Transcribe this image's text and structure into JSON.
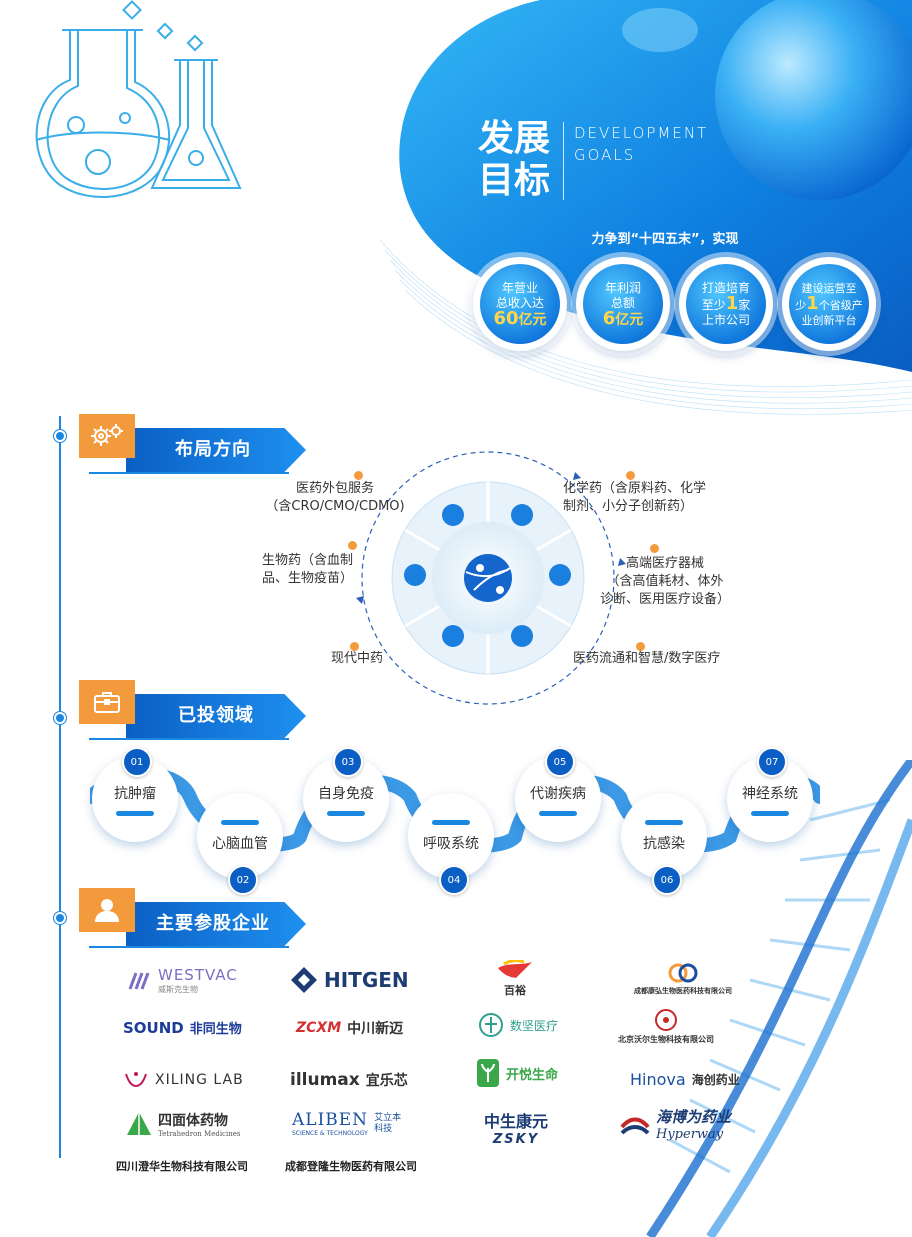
{
  "hero": {
    "title_line1": "发展",
    "title_line2": "目标",
    "title_en_line1": "DEVELOPMENT",
    "title_en_line2": "GOALS",
    "intro": "力争到“十四五末”，实现",
    "goals": [
      {
        "line1": "年营业",
        "line2": "总收入达",
        "value": "60",
        "unit": "亿元"
      },
      {
        "line1": "年利润",
        "line2": "总额",
        "value": "6",
        "unit": "亿元"
      },
      {
        "line1": "打造培育",
        "line2": "至少",
        "value": "1",
        "unit": "家",
        "line3": "上市公司"
      },
      {
        "line1": "建设运营至",
        "line2": "少",
        "value": "1",
        "unit": "个省级产",
        "line3": "业创新平台"
      }
    ]
  },
  "layout": {
    "title": "布局方向",
    "items": {
      "outsourcing_l1": "医药外包服务",
      "outsourcing_l2": "（含CRO/CMO/CDMO)",
      "chem_l1": "化学药（含原料药、化学",
      "chem_l2": "制剂、小分子创新药）",
      "bio_l1": "生物药（含血制",
      "bio_l2": "品、生物疫苗）",
      "device_l1": "高端医疗器械",
      "device_l2": "（含高值耗材、体外",
      "device_l3": "诊断、医用医疗设备）",
      "tcm": "现代中药",
      "digital": "医药流通和智慧/数字医疗"
    }
  },
  "invested": {
    "title": "已投领域",
    "areas": [
      {
        "num": "01",
        "name": "抗肿瘤"
      },
      {
        "num": "02",
        "name": "心脑血管"
      },
      {
        "num": "03",
        "name": "自身免疫"
      },
      {
        "num": "04",
        "name": "呼吸系统"
      },
      {
        "num": "05",
        "name": "代谢疾病"
      },
      {
        "num": "06",
        "name": "抗感染"
      },
      {
        "num": "07",
        "name": "神经系统"
      }
    ]
  },
  "companies": {
    "title": "主要参股企业",
    "westvac": "WESTVAC",
    "westvac_zh": "威斯克生物",
    "hitgen": "HITGEN",
    "baiyu": "百裕",
    "chengdu1": "成都康弘生物医药科技有限公司",
    "sound": "SOUND",
    "sound_zh": "非同生物",
    "zcxm": "ZCXM",
    "zcxm_zh": "中川新迈",
    "shujian": "数坚医疗",
    "beijing": "北京沃尔生物科技有限公司",
    "xiling": "XILING LAB",
    "illumax": "illumax",
    "illumax_zh": "宜乐芯",
    "kaiyue": "开悦生命",
    "hinova": "Hinova",
    "hinova_zh": "海创药业",
    "simian": "四面体药物",
    "simian_en": "Tetrahedron Medicines",
    "aliben": "ALIBEN",
    "aliben_zh": "艾立本",
    "aliben_sub": "SCIENCE & TECHNOLOGY",
    "aliben_sub2": "科技",
    "zsky_zh": "中生康元",
    "zsky": "ZSKY",
    "haibo": "海博为药业",
    "haibo_en": "Hyperway",
    "footer1": "四川澄华生物科技有限公司",
    "footer2": "成都登隆生物医药有限公司"
  },
  "colors": {
    "primary": "#0b5fc4",
    "accent": "#f39a3c",
    "light": "#1a87e0"
  }
}
